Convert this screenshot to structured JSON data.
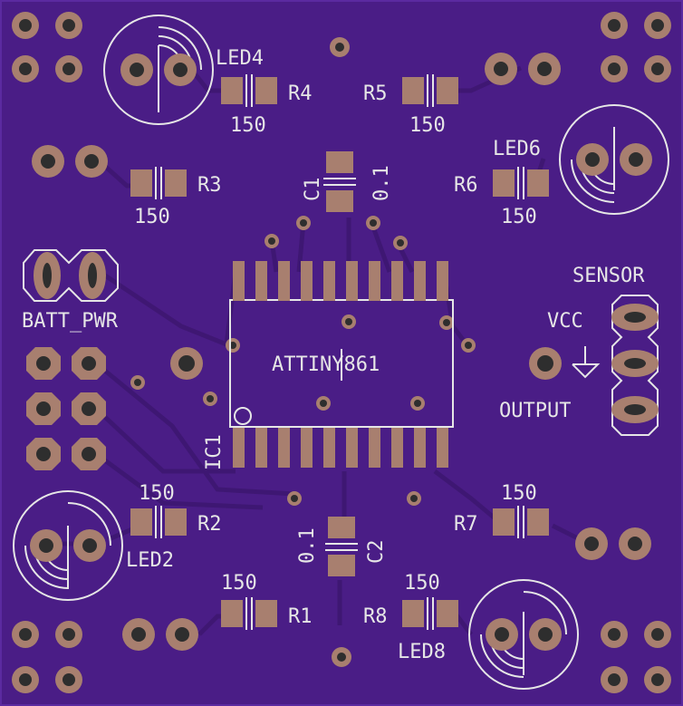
{
  "colors": {
    "board": "#4a1d86",
    "board_edge": "#3a1466",
    "trace": "#3d1670",
    "copper": "#a87f6f",
    "copper_hole": "#2e2e2e",
    "silk": "#e6e6e6"
  },
  "labels": {
    "led4": "LED4",
    "led6": "LED6",
    "led2": "LED2",
    "led8": "LED8",
    "r1": "R1",
    "r2": "R2",
    "r3": "R3",
    "r4": "R4",
    "r5": "R5",
    "r6": "R6",
    "r7": "R7",
    "r8": "R8",
    "r_val": "150",
    "c1": "C1",
    "c2": "C2",
    "c_val": "0.1",
    "ic1": "IC1",
    "chip": "ATTINY861",
    "batt": "BATT_PWR",
    "sensor": "SENSOR",
    "vcc": "VCC",
    "output": "OUTPUT"
  }
}
